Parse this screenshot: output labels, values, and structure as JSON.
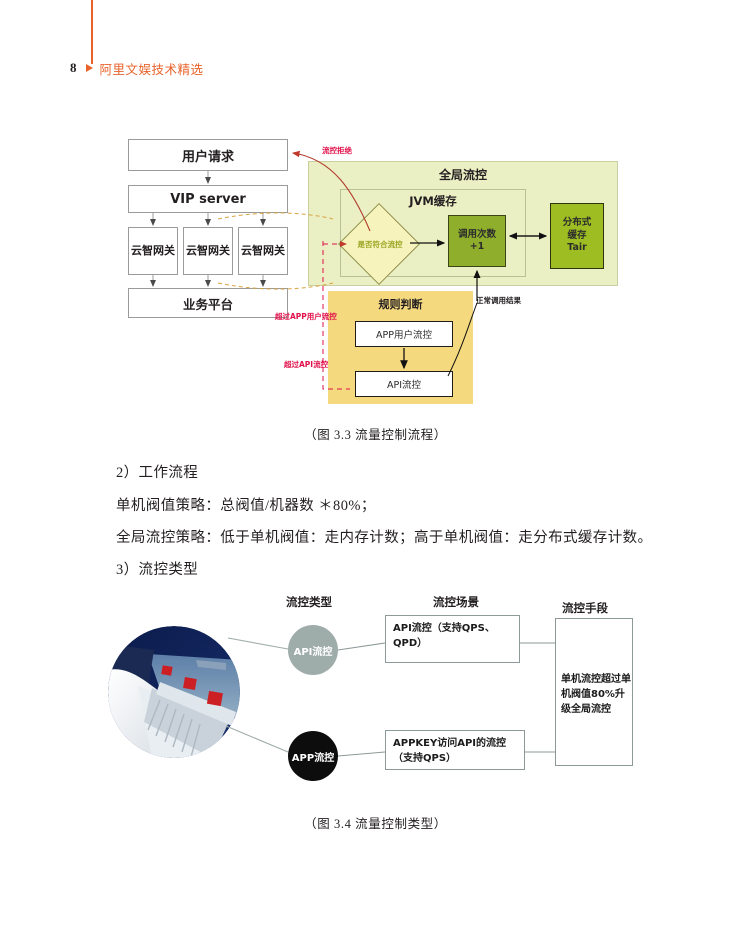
{
  "header": {
    "page_number": "8",
    "title": "阿里文娱技术精选",
    "accent_color": "#e8622a"
  },
  "figure33": {
    "caption": "（图 3.3 流量控制流程）",
    "left_flow": {
      "user_request": "用户请求",
      "vip_server": "VIP server",
      "gateways": [
        "云智网关",
        "云智网关",
        "云智网关"
      ],
      "platform": "业务平台"
    },
    "global_panel": {
      "title": "全局流控",
      "jvm_title": "JVM缓存",
      "decision": "是否符合流控",
      "counter": "调用次数+1",
      "counter_line1": "调用次数",
      "counter_line2": "+1",
      "tair_line1": "分布式",
      "tair_line2": "缓存",
      "tair_line3": "Tair",
      "panel_color": "#eaf0c4",
      "counter_color": "#8fae2b",
      "tair_color": "#9dbd22",
      "decision_color": "#f7f3bd"
    },
    "rule_panel": {
      "title": "规则判断",
      "app_user_limit": "APP用户流控",
      "api_limit": "API流控",
      "panel_color": "#f5d97f"
    },
    "annotations": {
      "reject": "流控拒绝",
      "over_app_user": "超过APP用户流控",
      "over_api": "超过API流控",
      "normal_result": "正常调用结果",
      "red_color": "#e0104a"
    }
  },
  "body_text": {
    "line1": "2）工作流程",
    "line2": "单机阀值策略：总阀值/机器数 ＊80%；",
    "line3": "全局流控策略：低于单机阀值：走内存计数；高于单机阀值：走分布式缓存计数。",
    "line4": "3）流控类型"
  },
  "figure34": {
    "caption": "（图 3.4 流量控制类型）",
    "columns": {
      "type": "流控类型",
      "scene": "流控场景",
      "means": "流控手段"
    },
    "nodes": [
      {
        "label": "API流控",
        "color": "#9fadaa"
      },
      {
        "label": "APP流控",
        "color": "#0d0d0d"
      }
    ],
    "scenes": [
      {
        "line1": "API流控（支持QPS、",
        "line2": "QPD）"
      },
      {
        "line1": "APPKEY访问API的流控",
        "line2": "（支持QPS）"
      }
    ],
    "means_text": "单机流控超过单机阀值80%升级全局流控",
    "photo": "dam-photo"
  }
}
